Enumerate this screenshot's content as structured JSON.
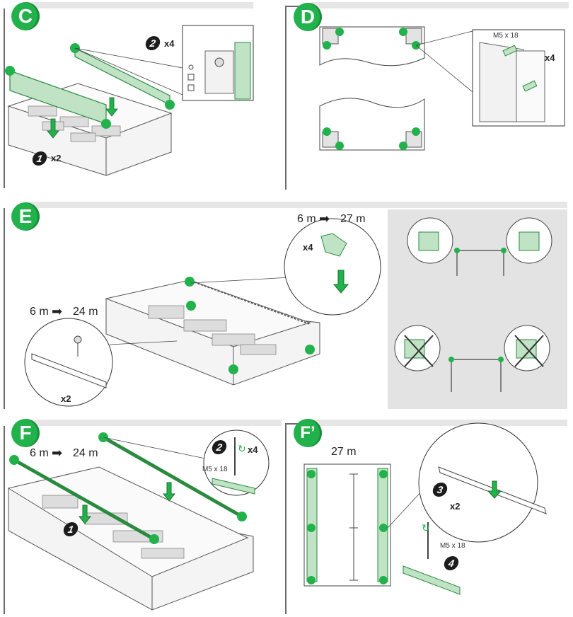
{
  "colors": {
    "accent_green": "#22b24c",
    "panel_header": "#e6e6e6",
    "rule": "#6a6a6a",
    "shade": "#e3e3e3"
  },
  "panels": {
    "C": {
      "badge": "C",
      "step1": "1",
      "step1_qty": "x2",
      "step2": "2",
      "step2_qty": "x4"
    },
    "D": {
      "badge": "D",
      "screw": "M5 x 18",
      "qty": "x4"
    },
    "E": {
      "badge": "E",
      "range_top": "6 m",
      "range_top_end": "27 m",
      "qty_top": "x4",
      "range_left": "6 m",
      "range_left_end": "24 m",
      "qty_left": "x2"
    },
    "F": {
      "badge": "F",
      "range": "6 m",
      "range_end": "24 m",
      "step1": "1",
      "step2": "2",
      "qty": "x4",
      "screw": "M5 x 18"
    },
    "F2": {
      "badge": "F’",
      "width": "27 m",
      "step3": "3",
      "qty": "x2",
      "step4": "4",
      "screw": "M5 x 18"
    }
  },
  "icons": [
    "arrow-right-icon",
    "rotate-icon",
    "down-arrow-icon",
    "cross-icon"
  ]
}
